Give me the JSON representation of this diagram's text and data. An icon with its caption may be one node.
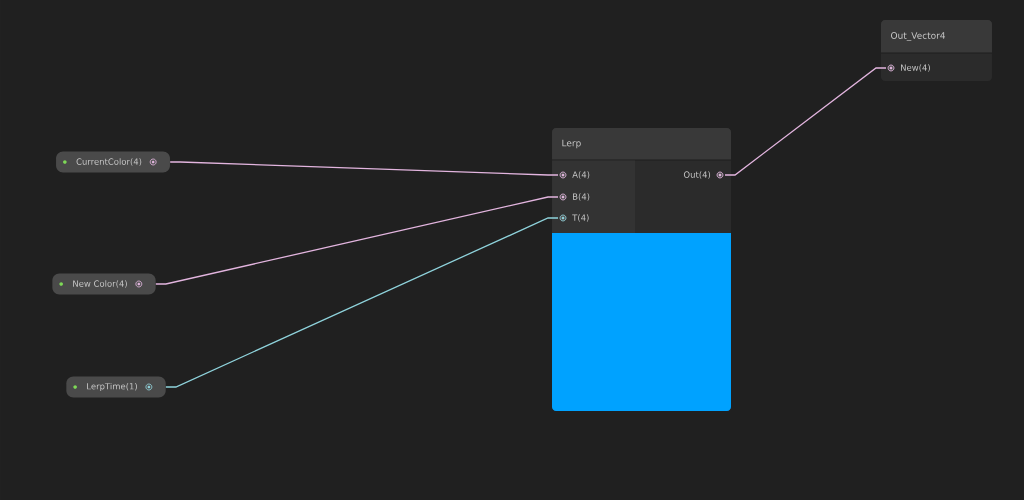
{
  "diagram": {
    "nodes": [
      {
        "text": [
          "CurrentColor(4)"
        ]
      },
      {
        "text": [
          "New Color(4)"
        ]
      },
      {
        "text": [
          "LerpTime(1)"
        ]
      },
      {
        "text": [
          "Lerp"
        ]
      },
      {
        "text": [
          "A(4)"
        ],
        "in": 3
      },
      {
        "text": [
          "B(4)"
        ],
        "in": 3
      },
      {
        "text": [
          "T(4)"
        ],
        "in": 3
      },
      {
        "text": [
          "Out(4)"
        ],
        "in": 3
      },
      {
        "text": [
          "Out_Vector4"
        ]
      },
      {
        "text": [
          "New(4)"
        ],
        "in": 8
      }
    ],
    "edges": [
      {
        "from": 0,
        "to": 4,
        "arrow": "none"
      },
      {
        "from": 1,
        "to": 5,
        "arrow": "none"
      },
      {
        "from": 2,
        "to": 6,
        "arrow": "none",
        "color": "#8fd3dc"
      },
      {
        "from": 7,
        "to": 9,
        "arrow": "none"
      }
    ]
  }
}
